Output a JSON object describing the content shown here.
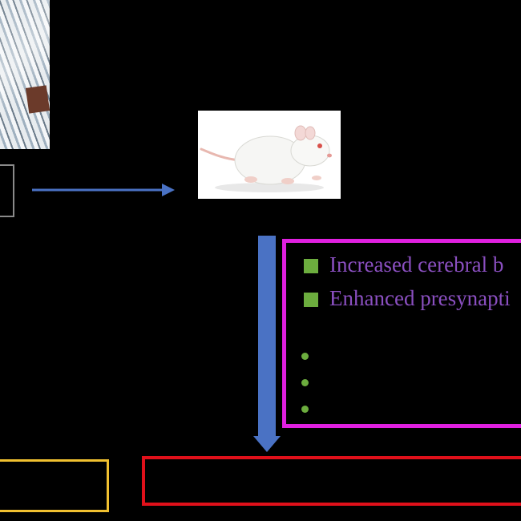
{
  "colors": {
    "background": "#000000",
    "arrow": "#4a72c4",
    "bullet": "#6cad3e",
    "list_text": "#8a4fc0",
    "magenta_box": "#e020e0",
    "yellow_box": "#f0c030",
    "red_box": "#e0101a",
    "gray_box": "#8a8a8a"
  },
  "effects_box": {
    "items": [
      {
        "text": "Increased cerebral b"
      },
      {
        "text": "Enhanced presynapti"
      }
    ],
    "empty_bullets": 3
  }
}
